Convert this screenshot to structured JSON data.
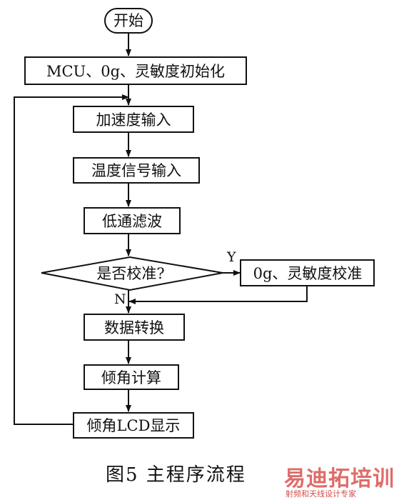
{
  "nodes": {
    "start": "开始",
    "init": "MCU、0g、灵敏度初始化",
    "accel_input": "加速度输入",
    "temp_input": "温度信号输入",
    "lowpass": "低通滤波",
    "decision": "是否校准?",
    "calibrate": "0g、灵敏度校准",
    "convert": "数据转换",
    "tilt_calc": "倾角计算",
    "lcd_display": "倾角LCD显示"
  },
  "labels": {
    "yes": "Y",
    "no": "N"
  },
  "caption": "图5  主程序流程",
  "watermark": {
    "main": "易迪拓培训",
    "sub": "射频和天线设计专家"
  }
}
